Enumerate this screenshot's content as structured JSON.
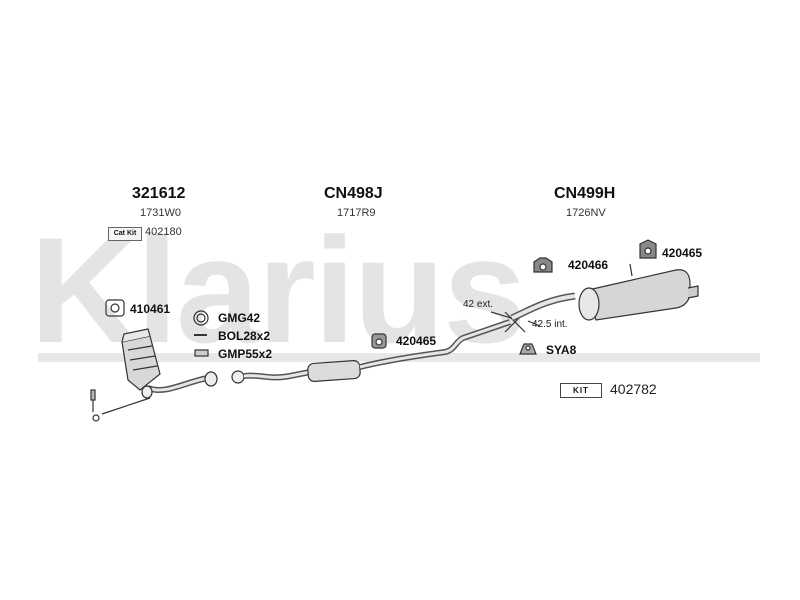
{
  "watermark": "Klarius",
  "sections": [
    {
      "code": "321612",
      "ref": "1731W0"
    },
    {
      "code": "CN498J",
      "ref": "1717R9"
    },
    {
      "code": "CN499H",
      "ref": "1726NV"
    }
  ],
  "cat_kit": {
    "badge": "Cat Kit",
    "number": "402180"
  },
  "parts": {
    "gasket_410461": "410461",
    "gmg42": "GMG42",
    "bol28x2": "BOL28x2",
    "gmp55x2": "GMP55x2",
    "hanger_420465_mid": "420465",
    "hanger_420466": "420466",
    "hanger_420465_right": "420465",
    "sya8": "SYA8"
  },
  "pipe_notes": {
    "ext": "42 ext.",
    "int": "42.5 int."
  },
  "kit": {
    "badge": "KIT",
    "number": "402782"
  }
}
